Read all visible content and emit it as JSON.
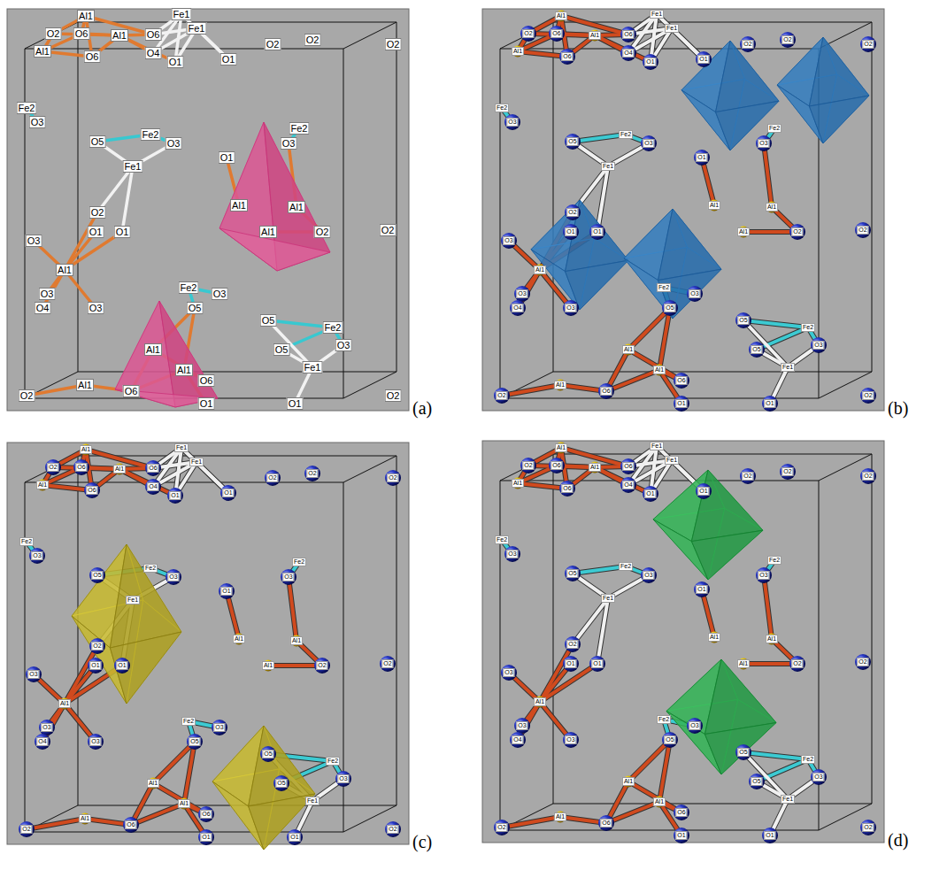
{
  "diagram": {
    "nodes": [
      {
        "text": [
          "(a)"
        ]
      },
      {
        "text": [
          "(b)"
        ]
      },
      {
        "text": [
          "(c)"
        ]
      },
      {
        "text": [
          "(d)"
        ]
      }
    ],
    "labels": [
      "Al1",
      "Fe1",
      "Fe1",
      "O2",
      "O6",
      "Al1",
      "Al1",
      "O6",
      "O6",
      "O4",
      "O1",
      "O1",
      "O2",
      "O2",
      "Fe2",
      "O3",
      "O5",
      "Fe2",
      "O3",
      "O1",
      "Fe2",
      "O3",
      "Fe1",
      "O2",
      "O1",
      "O1",
      "Al1",
      "Al1",
      "Al1",
      "O2",
      "O2",
      "O3",
      "Al1",
      "O3",
      "O4",
      "O3",
      "Fe2",
      "O3",
      "O5",
      "O5",
      "Fe2",
      "O3",
      "Al1",
      "Al1",
      "O6",
      "Al1",
      "O2",
      "O6",
      "Fe1",
      "O1",
      "O1",
      "O2",
      "O2",
      "O5",
      "Al1",
      "Fe1",
      "Fe1",
      "O2",
      "O6",
      "Al1",
      "Al1",
      "O6",
      "O6",
      "O4",
      "O1",
      "O1",
      "O2",
      "O2",
      "Fe2",
      "O3",
      "O5",
      "Fe2",
      "O3",
      "O1",
      "Fe2",
      "O3",
      "Fe1",
      "O2",
      "O1",
      "O1",
      "Al1",
      "Al1",
      "Al1",
      "O2",
      "O2",
      "O3",
      "Al1",
      "O3",
      "O4",
      "O3",
      "Fe2",
      "O3",
      "O5",
      "O5",
      "Fe2",
      "O3",
      "Al1",
      "Al1",
      "O6",
      "Al1",
      "O2",
      "O6",
      "Fe1",
      "O1",
      "O1",
      "O2",
      "O2",
      "O5",
      "Al1",
      "Fe1",
      "Fe1",
      "O2",
      "O6",
      "Al1",
      "Al1",
      "O6",
      "O6",
      "O4",
      "O1",
      "O1",
      "O2",
      "O2",
      "Fe2",
      "O3",
      "O5",
      "Fe2",
      "O3",
      "O1",
      "Fe2",
      "O3",
      "Fe1",
      "O2",
      "O1",
      "O1",
      "Al1",
      "Al1",
      "Al1",
      "O2",
      "O2",
      "O3",
      "Al1",
      "O3",
      "O4",
      "O3",
      "Fe2",
      "O3",
      "O5",
      "O5",
      "Fe2",
      "O3",
      "Al1",
      "Al1",
      "O6",
      "Al1",
      "O2",
      "O6",
      "Fe1",
      "O1",
      "O1",
      "O2",
      "O2",
      "O5",
      "Al1",
      "Fe1",
      "Fe1",
      "O2",
      "O6",
      "Al1",
      "Al1",
      "O6",
      "O6",
      "O4",
      "O1",
      "O1",
      "O2",
      "O2",
      "Fe2",
      "O3",
      "O5",
      "Fe2",
      "O3",
      "O1",
      "Fe2",
      "O3",
      "Fe1",
      "O2",
      "O1",
      "O1",
      "Al1",
      "Al1",
      "Al1",
      "O2",
      "O2",
      "O3",
      "Al1",
      "O3",
      "O4",
      "O3",
      "Fe2",
      "O3",
      "O5",
      "O5",
      "Fe2",
      "O3",
      "Al1",
      "Al1",
      "O6",
      "Al1",
      "O2",
      "O6",
      "Fe1",
      "O1",
      "O1",
      "O2",
      "O2",
      "O5"
    ]
  }
}
